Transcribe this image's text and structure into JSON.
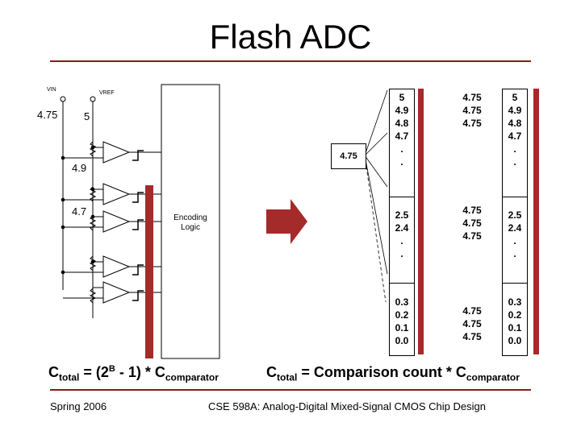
{
  "title": "Flash ADC",
  "labels": {
    "vin": "VIN",
    "vref": "VREF",
    "vin_value": "4.75",
    "vref_value": "5",
    "tap1": "4.9",
    "tap2": "4.7",
    "encoding_line1": "Encoding",
    "encoding_line2": "Logic",
    "input_value": "4.75"
  },
  "columns": {
    "col1": {
      "group1": [
        "5",
        "4.9",
        "4.8",
        "4.7",
        ".",
        "."
      ],
      "group2": [
        "2.5",
        "2.4",
        ".",
        "."
      ],
      "group3": [
        "0.3",
        "0.2",
        "0.1",
        "0.0"
      ]
    },
    "col2": {
      "group1": [
        "4.75",
        "4.75",
        "4.75"
      ],
      "group2": [
        "4.75",
        "4.75",
        "4.75"
      ],
      "group3": [
        "4.75",
        "4.75",
        "4.75"
      ]
    },
    "col3": {
      "group1": [
        "5",
        "4.9",
        "4.8",
        "4.7",
        ".",
        "."
      ],
      "group2": [
        "2.5",
        "2.4",
        ".",
        "."
      ],
      "group3": [
        "0.3",
        "0.2",
        "0.1",
        "0.0"
      ]
    }
  },
  "formulas": {
    "left_c": "C",
    "left_sub": "total",
    "left_mid": " = (2",
    "left_sup": "B",
    "left_end": " - 1) * C",
    "left_sub2": "comparator",
    "right_c": "C",
    "right_sub": "total",
    "right_mid": " = Comparison count * C",
    "right_sub2": "comparator"
  },
  "footer": {
    "left": "Spring 2006",
    "right": "CSE 598A: Analog-Digital Mixed-Signal CMOS Chip Design"
  },
  "colors": {
    "accent": "#a52a2a",
    "rule": "#8b1a1a"
  }
}
